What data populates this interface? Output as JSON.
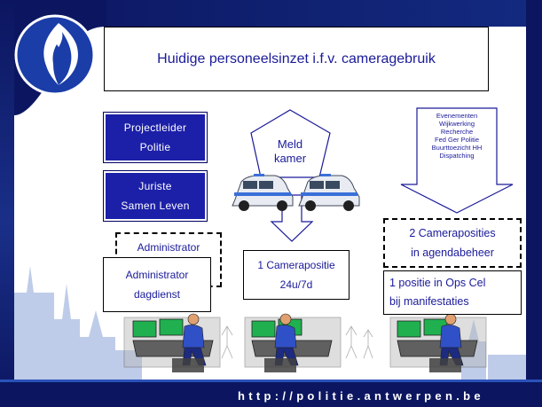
{
  "title": "Huidige personeelsinzet i.f.v. cameragebruik",
  "roles": [
    {
      "line1": "Projectleider",
      "line2": "Politie"
    },
    {
      "line1": "Juriste",
      "line2": "Samen Leven"
    }
  ],
  "admin_dashed": "Administrator",
  "admin_day": {
    "line1": "Administrator",
    "line2": "dagdienst"
  },
  "meldkamer": {
    "line1": "Meld",
    "line2": "kamer"
  },
  "camera_24": {
    "line1": "1 Camerapositie",
    "line2": "24u/7d"
  },
  "events_list": [
    "Evenementen",
    "Wijkwerking",
    "Recherche",
    "Fed Ger Politie",
    "Buurttoezicht HH",
    "Dispatching"
  ],
  "camera_agenda": {
    "line1": "2 Cameraposities",
    "line2": "in agendabeheer"
  },
  "ops_cel": {
    "line1": "1 positie in Ops Cel",
    "line2": "bij manifestaties"
  },
  "footer_url": "http://politie.antwerpen.be",
  "colors": {
    "navy": "#0c1660",
    "blue_box": "#1c20a8",
    "text_blue": "#1a1a9a",
    "logo_flame": "#ffffff"
  }
}
